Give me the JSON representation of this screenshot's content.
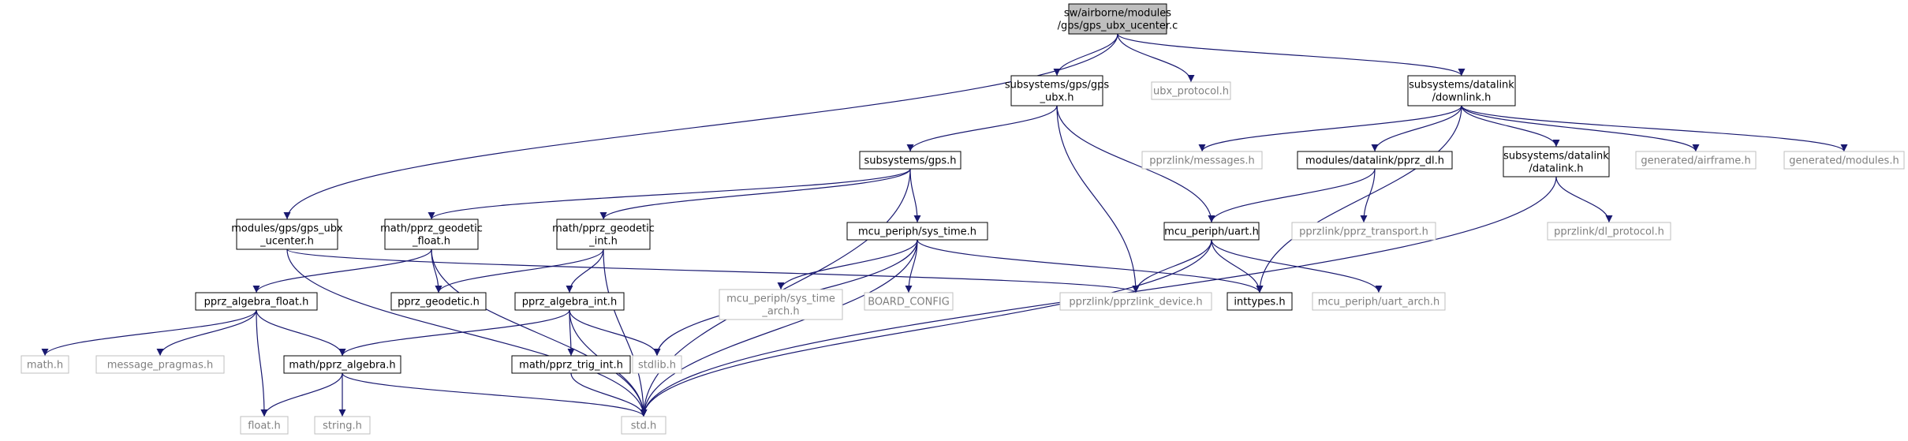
{
  "diagram": {
    "colors": {
      "edge": "#191970",
      "root_fill": "#bfbfbf",
      "node_border": "#000000",
      "external_border": "#bfbfbf",
      "external_text": "#7f7f7f",
      "text": "#000000"
    },
    "nodes": [
      {
        "id": "root",
        "kind": "root",
        "lines": [
          "sw/airborne/modules",
          "/gps/gps_ubx_ucenter.c"
        ]
      },
      {
        "id": "gps_ubx",
        "kind": "normal",
        "lines": [
          "subsystems/gps/gps",
          "_ubx.h"
        ]
      },
      {
        "id": "ubx_protocol",
        "kind": "external",
        "lines": [
          "ubx_protocol.h"
        ]
      },
      {
        "id": "downlink",
        "kind": "normal",
        "lines": [
          "subsystems/datalink",
          "/downlink.h"
        ]
      },
      {
        "id": "gps_ubx_ucenter_h",
        "kind": "normal",
        "lines": [
          "modules/gps/gps_ubx",
          "_ucenter.h"
        ]
      },
      {
        "id": "gps_h",
        "kind": "normal",
        "lines": [
          "subsystems/gps.h"
        ]
      },
      {
        "id": "geodetic_float",
        "kind": "normal",
        "lines": [
          "math/pprz_geodetic",
          "_float.h"
        ]
      },
      {
        "id": "geodetic_int",
        "kind": "normal",
        "lines": [
          "math/pprz_geodetic",
          "_int.h"
        ]
      },
      {
        "id": "sys_time",
        "kind": "normal",
        "lines": [
          "mcu_periph/sys_time.h"
        ]
      },
      {
        "id": "uart",
        "kind": "normal",
        "lines": [
          "mcu_periph/uart.h"
        ]
      },
      {
        "id": "pprzlink_messages",
        "kind": "external",
        "lines": [
          "pprzlink/messages.h"
        ]
      },
      {
        "id": "pprz_dl",
        "kind": "normal",
        "lines": [
          "modules/datalink/pprz_dl.h"
        ]
      },
      {
        "id": "datalink_h",
        "kind": "normal",
        "lines": [
          "subsystems/datalink",
          "/datalink.h"
        ]
      },
      {
        "id": "airframe",
        "kind": "external",
        "lines": [
          "generated/airframe.h"
        ]
      },
      {
        "id": "modules_gen",
        "kind": "external",
        "lines": [
          "generated/modules.h"
        ]
      },
      {
        "id": "pprz_transport",
        "kind": "external",
        "lines": [
          "pprzlink/pprz_transport.h"
        ]
      },
      {
        "id": "dl_protocol",
        "kind": "external",
        "lines": [
          "pprzlink/dl_protocol.h"
        ]
      },
      {
        "id": "algebra_float",
        "kind": "normal",
        "lines": [
          "pprz_algebra_float.h"
        ]
      },
      {
        "id": "pprz_geodetic",
        "kind": "normal",
        "lines": [
          "pprz_geodetic.h"
        ]
      },
      {
        "id": "algebra_int",
        "kind": "normal",
        "lines": [
          "pprz_algebra_int.h"
        ]
      },
      {
        "id": "sys_time_arch",
        "kind": "external",
        "lines": [
          "mcu_periph/sys_time",
          "_arch.h"
        ]
      },
      {
        "id": "board_config",
        "kind": "external",
        "lines": [
          "BOARD_CONFIG"
        ]
      },
      {
        "id": "pprzlink_device",
        "kind": "external",
        "lines": [
          "pprzlink/pprzlink_device.h"
        ]
      },
      {
        "id": "inttypes",
        "kind": "normal",
        "lines": [
          "inttypes.h"
        ]
      },
      {
        "id": "uart_arch",
        "kind": "external",
        "lines": [
          "mcu_periph/uart_arch.h"
        ]
      },
      {
        "id": "math_h",
        "kind": "external",
        "lines": [
          "math.h"
        ]
      },
      {
        "id": "message_pragmas",
        "kind": "external",
        "lines": [
          "message_pragmas.h"
        ]
      },
      {
        "id": "algebra",
        "kind": "normal",
        "lines": [
          "math/pprz_algebra.h"
        ]
      },
      {
        "id": "trig_int",
        "kind": "normal",
        "lines": [
          "math/pprz_trig_int.h"
        ]
      },
      {
        "id": "stdlib",
        "kind": "external",
        "lines": [
          "stdlib.h"
        ]
      },
      {
        "id": "float_h",
        "kind": "external",
        "lines": [
          "float.h"
        ]
      },
      {
        "id": "string_h",
        "kind": "external",
        "lines": [
          "string.h"
        ]
      },
      {
        "id": "std_h",
        "kind": "external",
        "lines": [
          "std.h"
        ]
      }
    ],
    "edges": [
      [
        "root",
        "gps_ubx_ucenter_h"
      ],
      [
        "root",
        "gps_ubx"
      ],
      [
        "root",
        "ubx_protocol"
      ],
      [
        "root",
        "downlink"
      ],
      [
        "gps_ubx",
        "gps_h"
      ],
      [
        "gps_ubx",
        "pprzlink_device"
      ],
      [
        "gps_ubx",
        "uart"
      ],
      [
        "downlink",
        "pprzlink_messages"
      ],
      [
        "downlink",
        "pprz_dl"
      ],
      [
        "downlink",
        "datalink_h"
      ],
      [
        "downlink",
        "airframe"
      ],
      [
        "downlink",
        "modules_gen"
      ],
      [
        "downlink",
        "inttypes"
      ],
      [
        "gps_ubx_ucenter_h",
        "pprzlink_device"
      ],
      [
        "gps_ubx_ucenter_h",
        "std_h"
      ],
      [
        "gps_h",
        "geodetic_float"
      ],
      [
        "gps_h",
        "geodetic_int"
      ],
      [
        "gps_h",
        "sys_time"
      ],
      [
        "gps_h",
        "std_h"
      ],
      [
        "pprz_dl",
        "uart"
      ],
      [
        "pprz_dl",
        "pprz_transport"
      ],
      [
        "datalink_h",
        "dl_protocol"
      ],
      [
        "datalink_h",
        "std_h"
      ],
      [
        "geodetic_float",
        "algebra_float"
      ],
      [
        "geodetic_float",
        "pprz_geodetic"
      ],
      [
        "geodetic_float",
        "std_h"
      ],
      [
        "geodetic_int",
        "pprz_geodetic"
      ],
      [
        "geodetic_int",
        "algebra_int"
      ],
      [
        "geodetic_int",
        "std_h"
      ],
      [
        "sys_time",
        "sys_time_arch"
      ],
      [
        "sys_time",
        "board_config"
      ],
      [
        "sys_time",
        "inttypes"
      ],
      [
        "sys_time",
        "stdlib"
      ],
      [
        "sys_time",
        "std_h"
      ],
      [
        "uart",
        "pprzlink_device"
      ],
      [
        "uart",
        "inttypes"
      ],
      [
        "uart",
        "uart_arch"
      ],
      [
        "uart",
        "std_h"
      ],
      [
        "algebra_float",
        "math_h"
      ],
      [
        "algebra_float",
        "message_pragmas"
      ],
      [
        "algebra_float",
        "algebra"
      ],
      [
        "algebra_float",
        "float_h"
      ],
      [
        "algebra_int",
        "algebra"
      ],
      [
        "algebra_int",
        "trig_int"
      ],
      [
        "algebra_int",
        "stdlib"
      ],
      [
        "algebra_int",
        "std_h"
      ],
      [
        "algebra",
        "float_h"
      ],
      [
        "algebra",
        "string_h"
      ],
      [
        "algebra",
        "std_h"
      ],
      [
        "trig_int",
        "std_h"
      ]
    ]
  }
}
